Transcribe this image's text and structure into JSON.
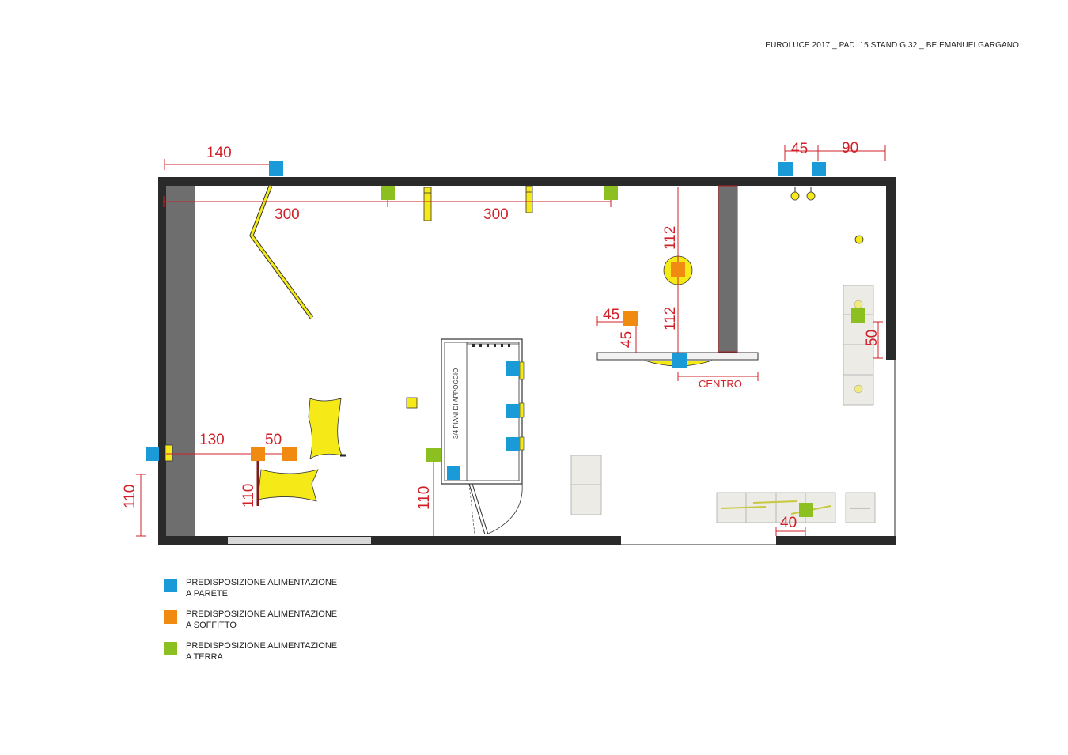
{
  "header": {
    "title": "EUROLUCE 2017 _ PAD. 15 STAND G 32 _ BE.EMANUELGARGANO"
  },
  "colors": {
    "wall": "#6e6e6e",
    "dark_wall": "#2a2a2a",
    "parete": "#1a9ad6",
    "soffitto": "#f08a10",
    "terra": "#8cc020",
    "yellow": "#f5ea18",
    "dimension": "#d0212a",
    "furniture": "#ecebe6"
  },
  "dimensions": {
    "top_left": "140",
    "top_right_a": "45",
    "top_right_b": "90",
    "span_a": "300",
    "span_b": "300",
    "vert_upper": "112",
    "vert_lower": "112",
    "small_h": "45",
    "small_v": "45",
    "right_wall": "50",
    "left_h": "130",
    "left_h2": "50",
    "left_v_outer": "110",
    "left_v_inner": "110",
    "center_v": "110",
    "bottom_right": "40",
    "centro_label": "CENTRO"
  },
  "annotations": {
    "counter": "3/4 PIANI DI APPOGGIO"
  },
  "legend": [
    {
      "color": "#1a9ad6",
      "line1": "PREDISPOSIZIONE ALIMENTAZIONE",
      "line2": "A PARETE"
    },
    {
      "color": "#f08a10",
      "line1": "PREDISPOSIZIONE ALIMENTAZIONE",
      "line2": "A SOFFITTO"
    },
    {
      "color": "#8cc020",
      "line1": "PREDISPOSIZIONE ALIMENTAZIONE",
      "line2": "A TERRA"
    }
  ]
}
